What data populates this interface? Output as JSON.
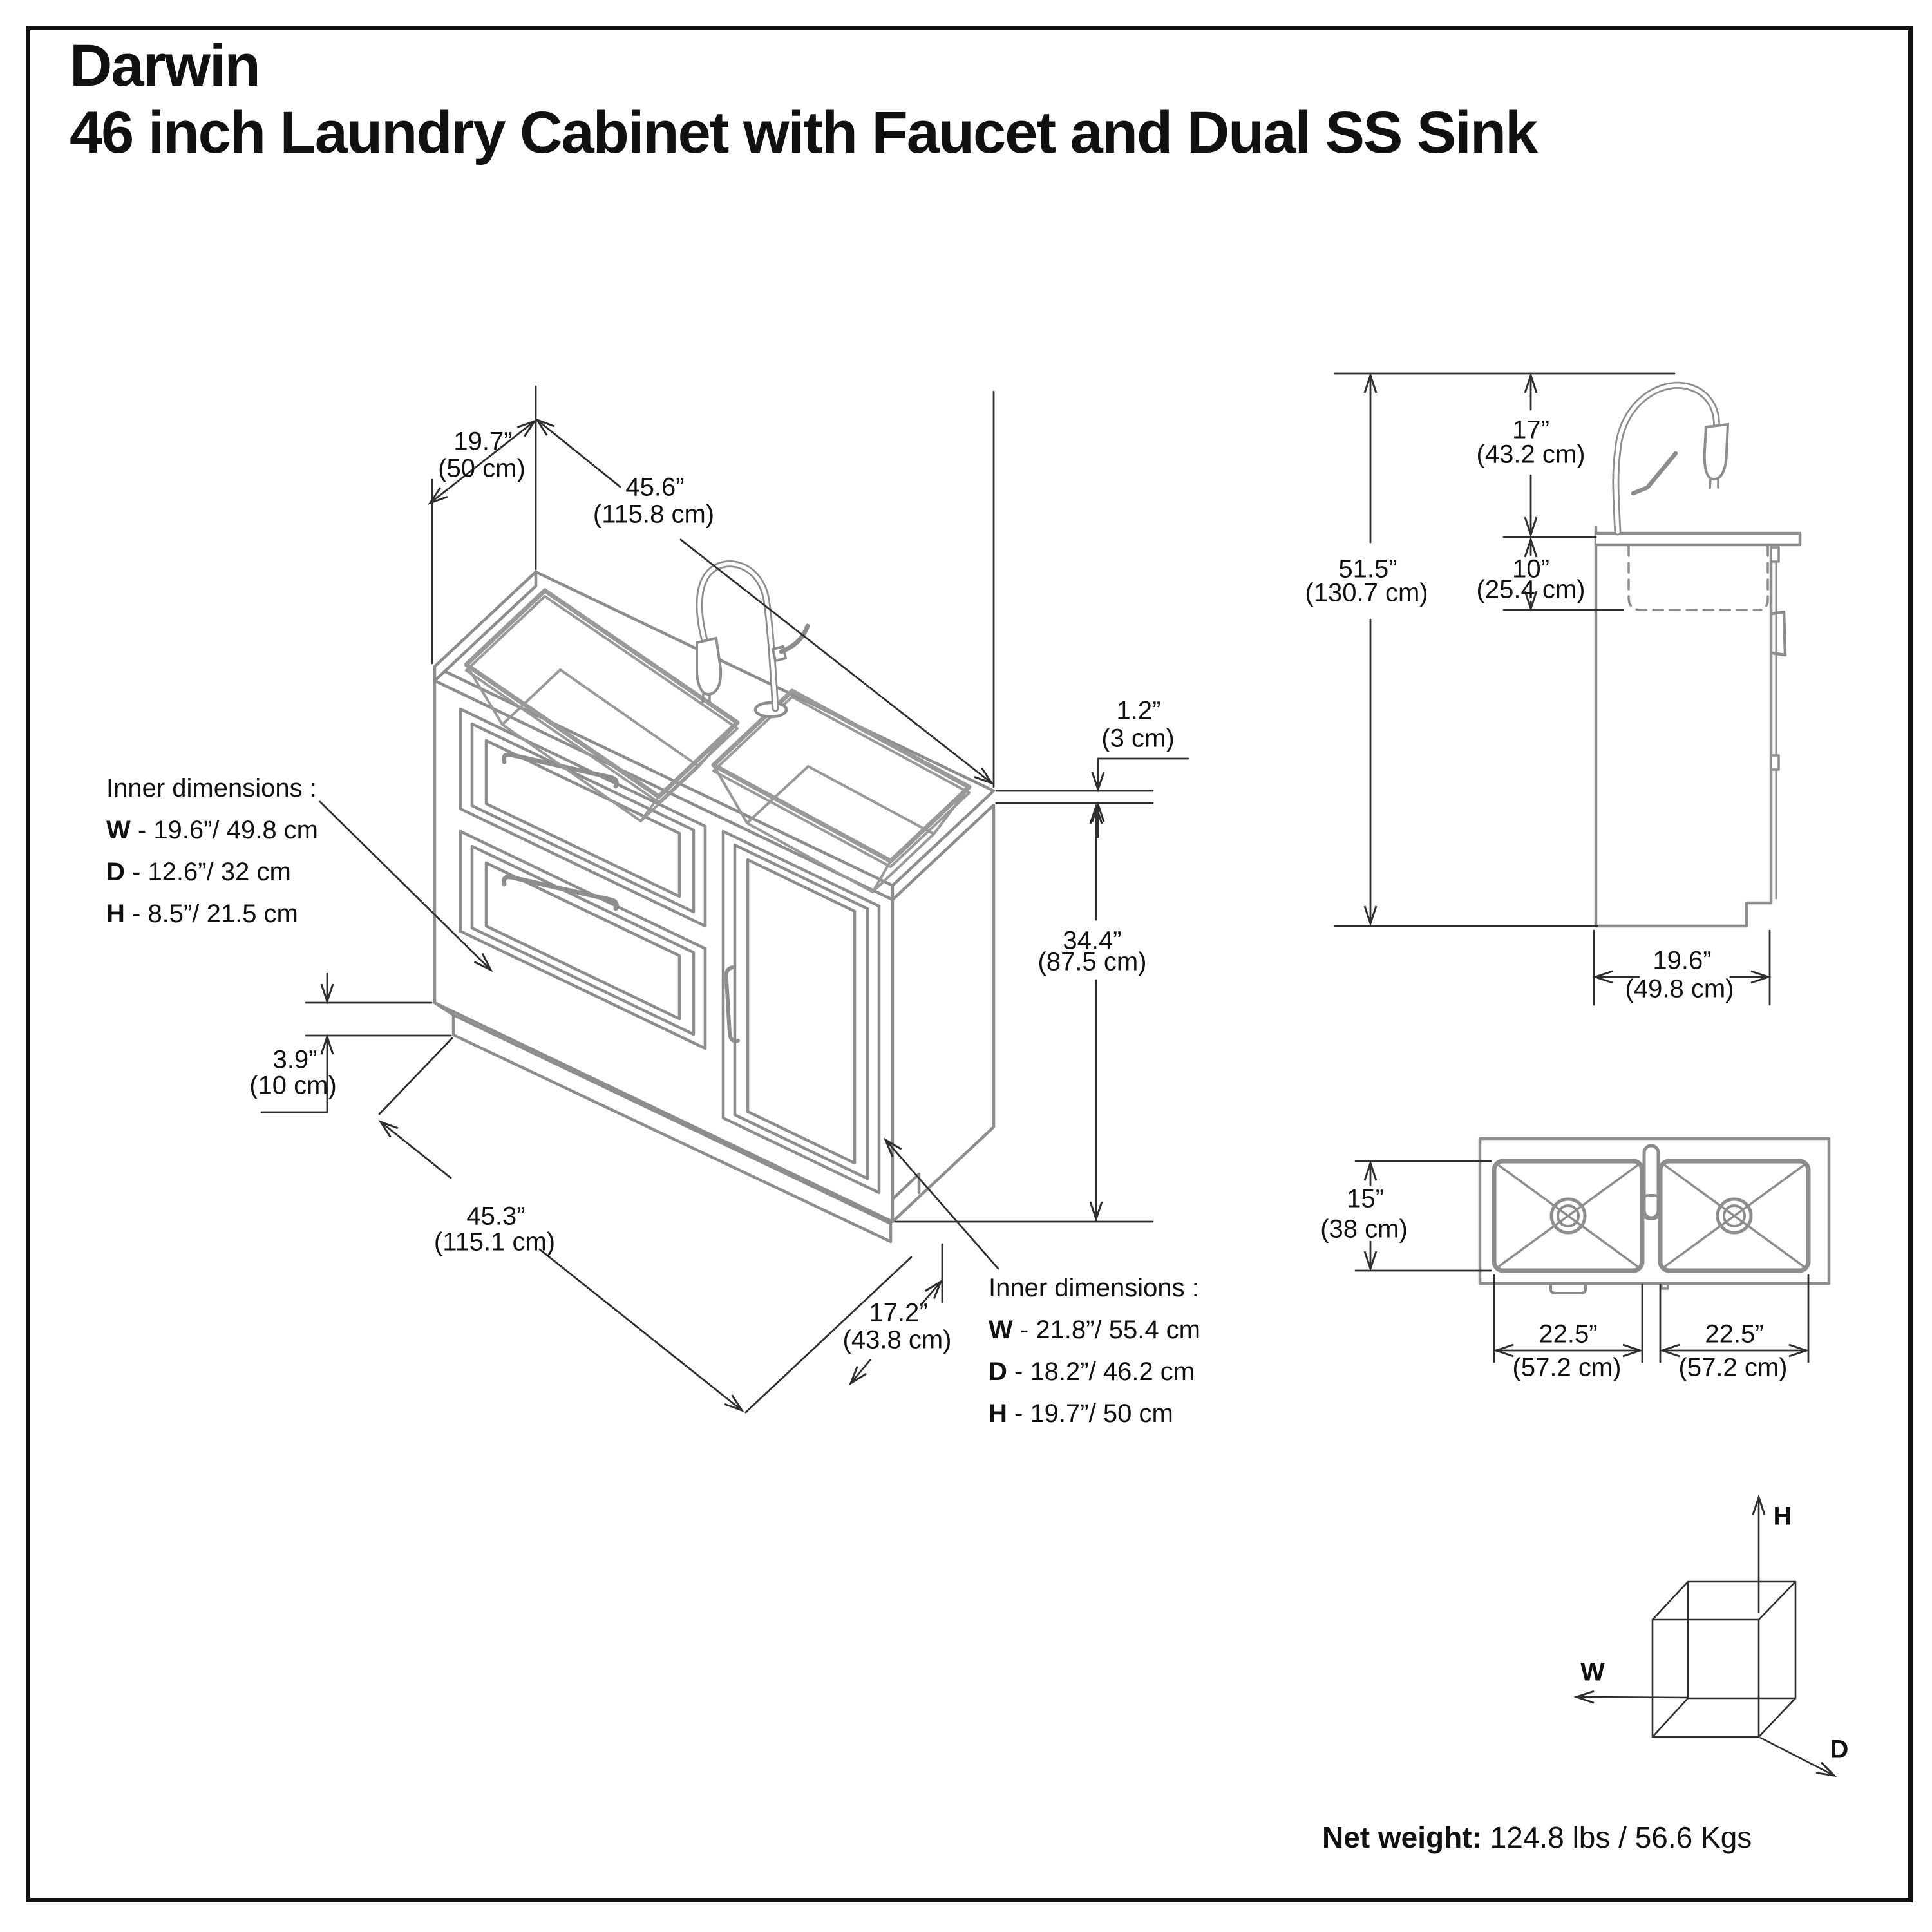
{
  "colors": {
    "background": "#ffffff",
    "border": "#111111",
    "line_art": "#8d8d8d",
    "dimension_lines": "#2e2e2e",
    "text": "#111111"
  },
  "title": {
    "line1": "Darwin",
    "line2": "46 inch Laundry Cabinet with Faucet and Dual SS Sink"
  },
  "iso_view": {
    "dims": {
      "depth_top": {
        "in": "19.7”",
        "cm": "(50 cm)"
      },
      "width_top": {
        "in": "45.6”",
        "cm": "(115.8 cm)"
      },
      "counter_thickness": {
        "in": "1.2”",
        "cm": "(3 cm)"
      },
      "body_height": {
        "in": "34.4”",
        "cm": "(87.5 cm)"
      },
      "toe_kick": {
        "in": "3.9”",
        "cm": "(10 cm)"
      },
      "width_bottom": {
        "in": "45.3”",
        "cm": "(115.1 cm)"
      },
      "base_depth": {
        "in": "17.2”",
        "cm": "(43.8 cm)"
      }
    },
    "inner_left": {
      "heading": "Inner dimensions  :",
      "rows": [
        {
          "k": "W",
          "v": " - 19.6”/ 49.8 cm"
        },
        {
          "k": "D",
          "v": " - 12.6”/ 32 cm"
        },
        {
          "k": "H",
          "v": " - 8.5”/ 21.5 cm"
        }
      ]
    },
    "inner_right": {
      "heading": "Inner dimensions  :",
      "rows": [
        {
          "k": "W",
          "v": " - 21.8”/ 55.4 cm"
        },
        {
          "k": "D",
          "v": " - 18.2”/ 46.2 cm"
        },
        {
          "k": "H",
          "v": " - 19.7”/ 50 cm"
        }
      ]
    }
  },
  "side_view": {
    "dims": {
      "faucet_height": {
        "in": "17”",
        "cm": "(43.2 cm)"
      },
      "sink_depth": {
        "in": "10”",
        "cm": "(25.4 cm)"
      },
      "total_height": {
        "in": "51.5”",
        "cm": "(130.7 cm)"
      },
      "depth": {
        "in": "19.6”",
        "cm": "(49.8 cm)"
      }
    }
  },
  "top_view": {
    "dims": {
      "basin_front_back": {
        "in": "15”",
        "cm": "(38 cm)"
      },
      "basin_left": {
        "in": "22.5”",
        "cm": "(57.2 cm)"
      },
      "basin_right": {
        "in": "22.5”",
        "cm": "(57.2 cm)"
      }
    }
  },
  "axis_cube": {
    "h": "H",
    "w": "W",
    "d": "D"
  },
  "footer": {
    "label": "Net weight:",
    "value": " 124.8 lbs / 56.6 Kgs"
  }
}
